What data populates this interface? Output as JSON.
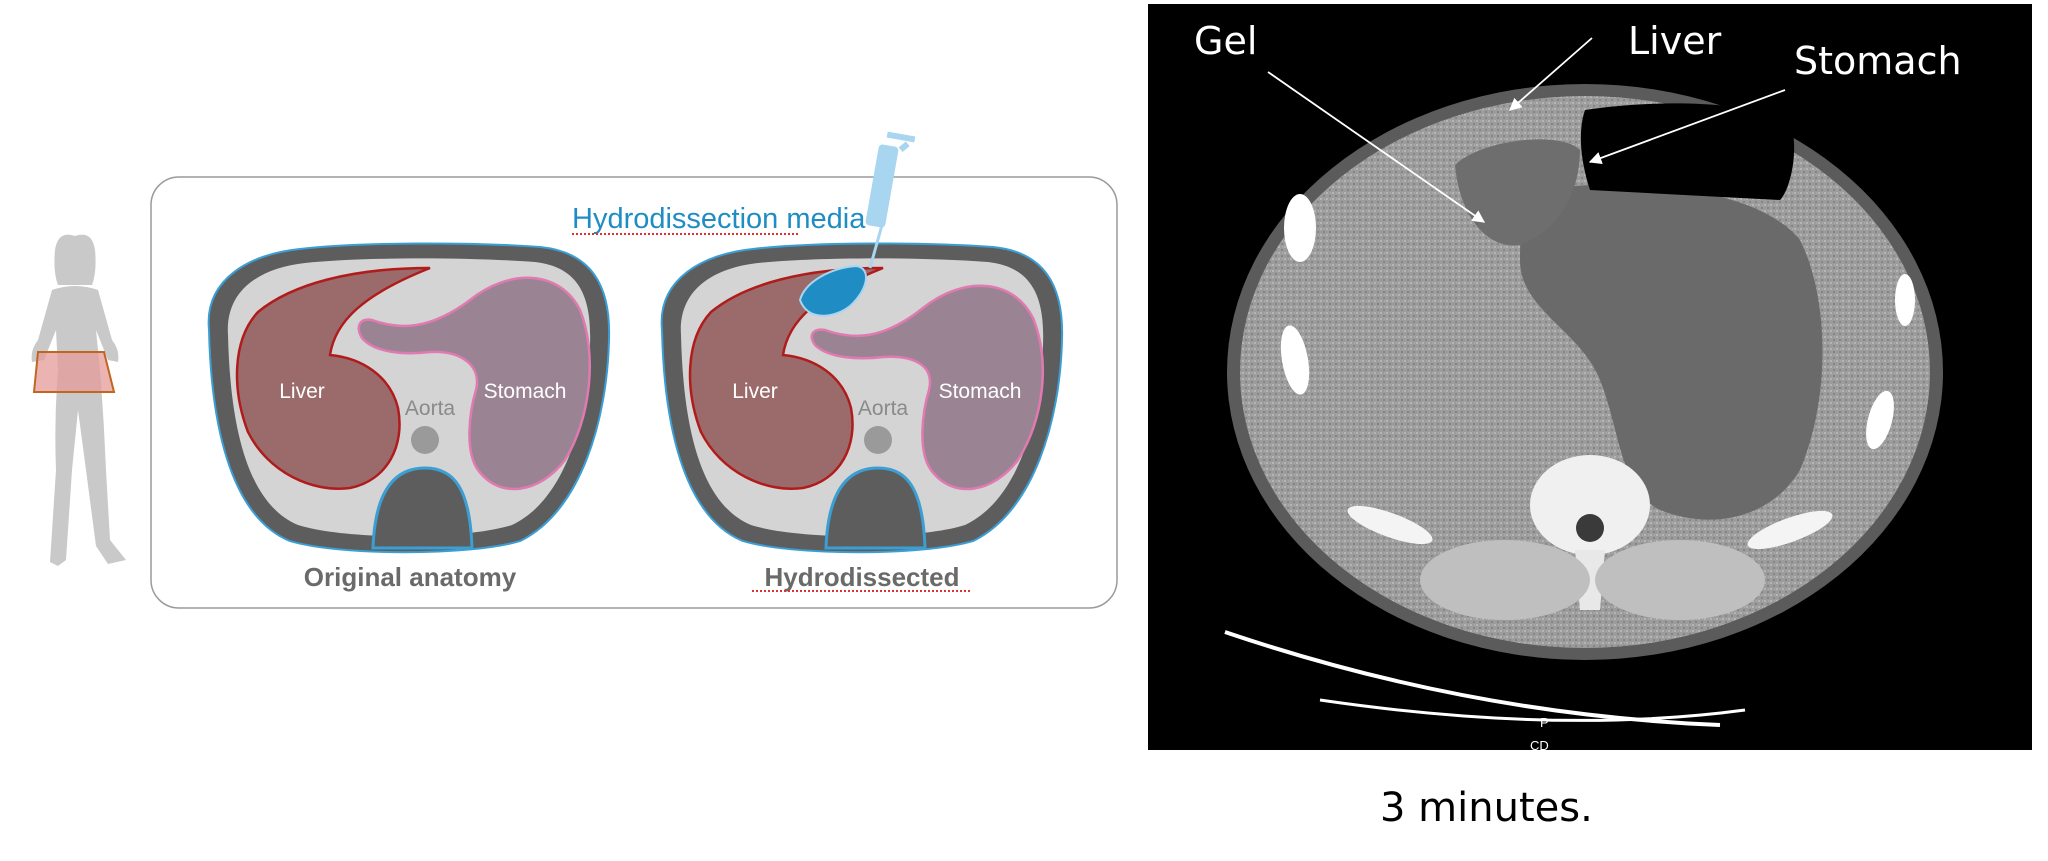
{
  "schematic": {
    "media_label": "Hydrodissection media",
    "left_panel": {
      "liver": "Liver",
      "aorta": "Aorta",
      "stomach": "Stomach",
      "caption": "Original anatomy"
    },
    "right_panel": {
      "liver": "Liver",
      "aorta": "Aorta",
      "stomach": "Stomach",
      "caption": "Hydrodissected"
    }
  },
  "ct_scan": {
    "labels": {
      "gel": "Gel",
      "liver": "Liver",
      "stomach": "Stomach"
    },
    "markers": [
      "P",
      "CD"
    ]
  },
  "caption": "3 minutes.",
  "colors": {
    "liver_fill": "#9b6b6b",
    "liver_stroke": "#b01c1c",
    "stomach_fill": "#9a8494",
    "stomach_stroke": "#e07ab0",
    "body_outline": "#3b9fd4",
    "dark_gray": "#5d5d5d",
    "light_gray": "#d4d4d4",
    "media_blue": "#1f8dc4",
    "syringe": "#a8d5ef"
  }
}
